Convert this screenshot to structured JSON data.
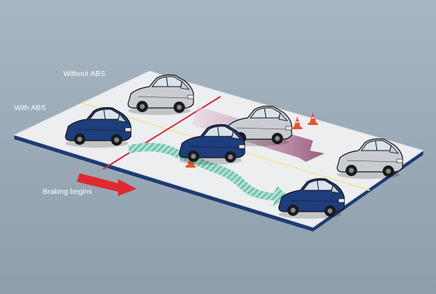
{
  "labels": {
    "without_abs": "Without ABS",
    "with_abs": "With ABS",
    "braking_begins": "Braking begins"
  },
  "colors": {
    "background": "#9aaab7",
    "road_surface": "#eceef0",
    "road_edge": "#1f3a73",
    "abs_car": "#1d3d7c",
    "non_abs_car": "#c9ccd1",
    "with_abs_path": "#6fc4ac",
    "without_abs_path": "#a76b8c",
    "braking_line": "#d8242e",
    "cone": "#e8552a"
  },
  "icons": [
    "car-icon",
    "traffic-cone-icon",
    "arrow-right-icon"
  ]
}
